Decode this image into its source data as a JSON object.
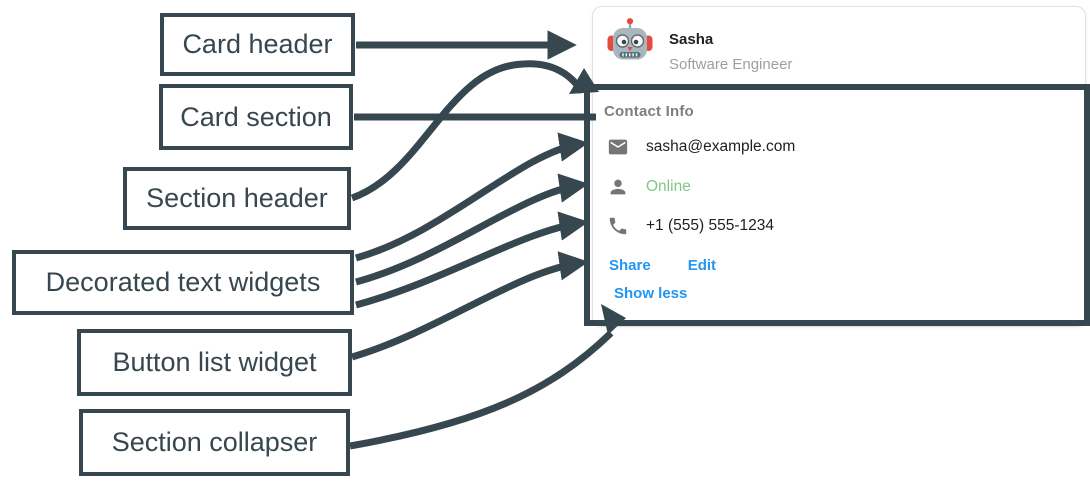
{
  "diagram": {
    "labels": [
      {
        "id": "card-header",
        "text": "Card header"
      },
      {
        "id": "card-section",
        "text": "Card section"
      },
      {
        "id": "section-header",
        "text": "Section header"
      },
      {
        "id": "decorated-text-widgets",
        "text": "Decorated text widgets"
      },
      {
        "id": "button-list-widget",
        "text": "Button list widget"
      },
      {
        "id": "section-collapser",
        "text": "Section collapser"
      }
    ]
  },
  "card": {
    "header": {
      "avatar": "robot-avatar",
      "name": "Sasha",
      "role": "Software Engineer"
    },
    "section": {
      "title": "Contact Info",
      "rows": [
        {
          "icon": "mail-icon",
          "text": "sasha@example.com"
        },
        {
          "icon": "person-icon",
          "text": "Online"
        },
        {
          "icon": "phone-icon",
          "text": "+1 (555) 555-1234"
        }
      ],
      "buttons": [
        {
          "label": "Share"
        },
        {
          "label": "Edit"
        }
      ],
      "collapser_label": "Show less"
    }
  },
  "colors": {
    "annotation_slate": "#37474F",
    "link_blue": "#2196F3",
    "online_green": "#81C784",
    "icon_gray": "#757575",
    "card_border": "#E1E1E1"
  }
}
